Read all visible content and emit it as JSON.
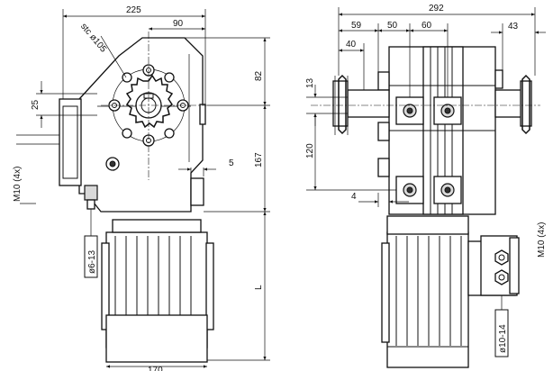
{
  "dimensions": {
    "left_total_width": "225",
    "left_top_right": "90",
    "pitch_circle": "stc ø105",
    "left_top_height": "82",
    "left_mid_height": "167",
    "left_small_gap": "5",
    "left_offset": "25",
    "left_mounting": "M10 (4x)",
    "left_cable": "ø6-13",
    "left_motor_length": "L",
    "left_motor_width": "170",
    "right_total_width": "292",
    "right_first": "59",
    "right_second": "50",
    "right_third": "60",
    "right_far_right": "43",
    "right_sub": "40",
    "right_top": "13",
    "right_height": "120",
    "right_small": "4",
    "right_mounting": "M10 (4x)",
    "right_cable": "ø10-14"
  }
}
